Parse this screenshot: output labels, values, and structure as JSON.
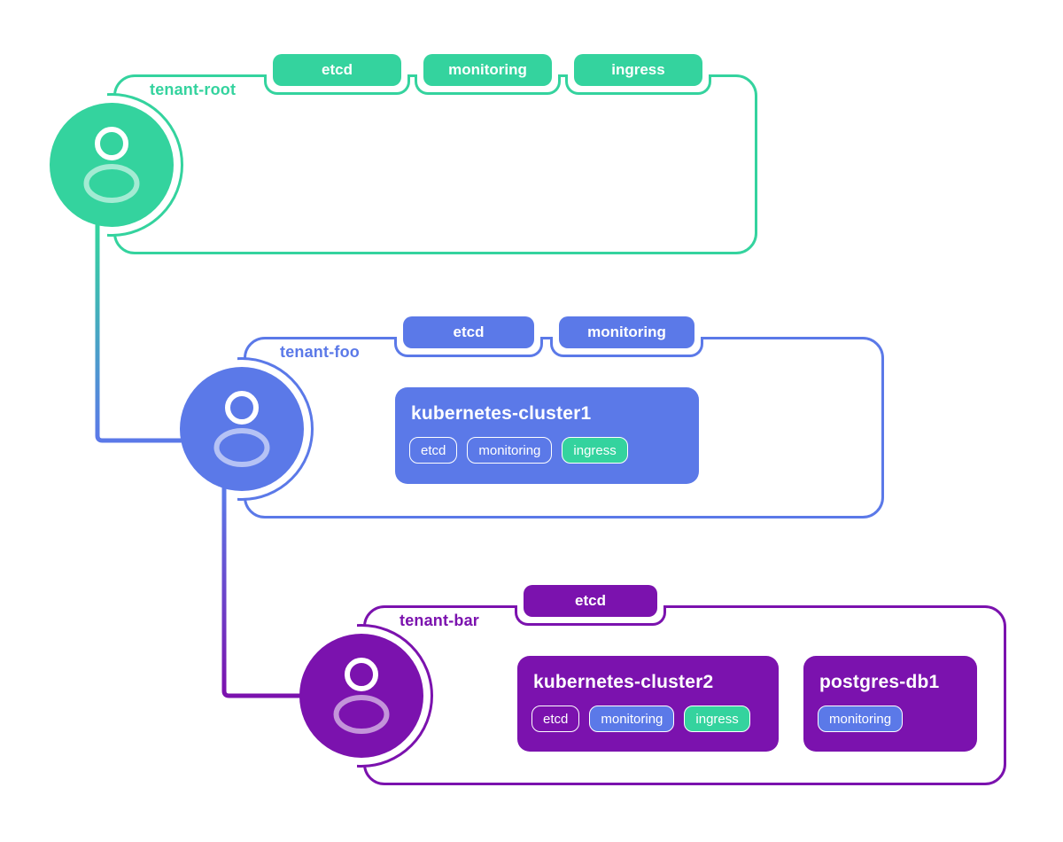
{
  "colors": {
    "green": "#34d39e",
    "blue": "#5b79e8",
    "purple": "#7b12ae",
    "text_on_fill": "#ffffff"
  },
  "tenants": [
    {
      "id": "tenant-root",
      "label": "tenant-root",
      "color": "green",
      "icon": "user-icon",
      "tags": [
        "etcd",
        "monitoring",
        "ingress"
      ],
      "cards": []
    },
    {
      "id": "tenant-foo",
      "label": "tenant-foo",
      "color": "blue",
      "icon": "user-icon",
      "tags": [
        "etcd",
        "monitoring"
      ],
      "cards": [
        {
          "title": "kubernetes-cluster1",
          "chips": [
            {
              "label": "etcd",
              "variant": "outline"
            },
            {
              "label": "monitoring",
              "variant": "outline"
            },
            {
              "label": "ingress",
              "variant": "green"
            }
          ]
        }
      ]
    },
    {
      "id": "tenant-bar",
      "label": "tenant-bar",
      "color": "purple",
      "icon": "user-icon",
      "tags": [
        "etcd"
      ],
      "cards": [
        {
          "title": "kubernetes-cluster2",
          "chips": [
            {
              "label": "etcd",
              "variant": "outline"
            },
            {
              "label": "monitoring",
              "variant": "blue"
            },
            {
              "label": "ingress",
              "variant": "green"
            }
          ]
        },
        {
          "title": "postgres-db1",
          "chips": [
            {
              "label": "monitoring",
              "variant": "blue"
            }
          ]
        }
      ]
    }
  ],
  "connections": [
    {
      "from": "tenant-root",
      "to": "tenant-foo"
    },
    {
      "from": "tenant-foo",
      "to": "tenant-bar"
    }
  ]
}
